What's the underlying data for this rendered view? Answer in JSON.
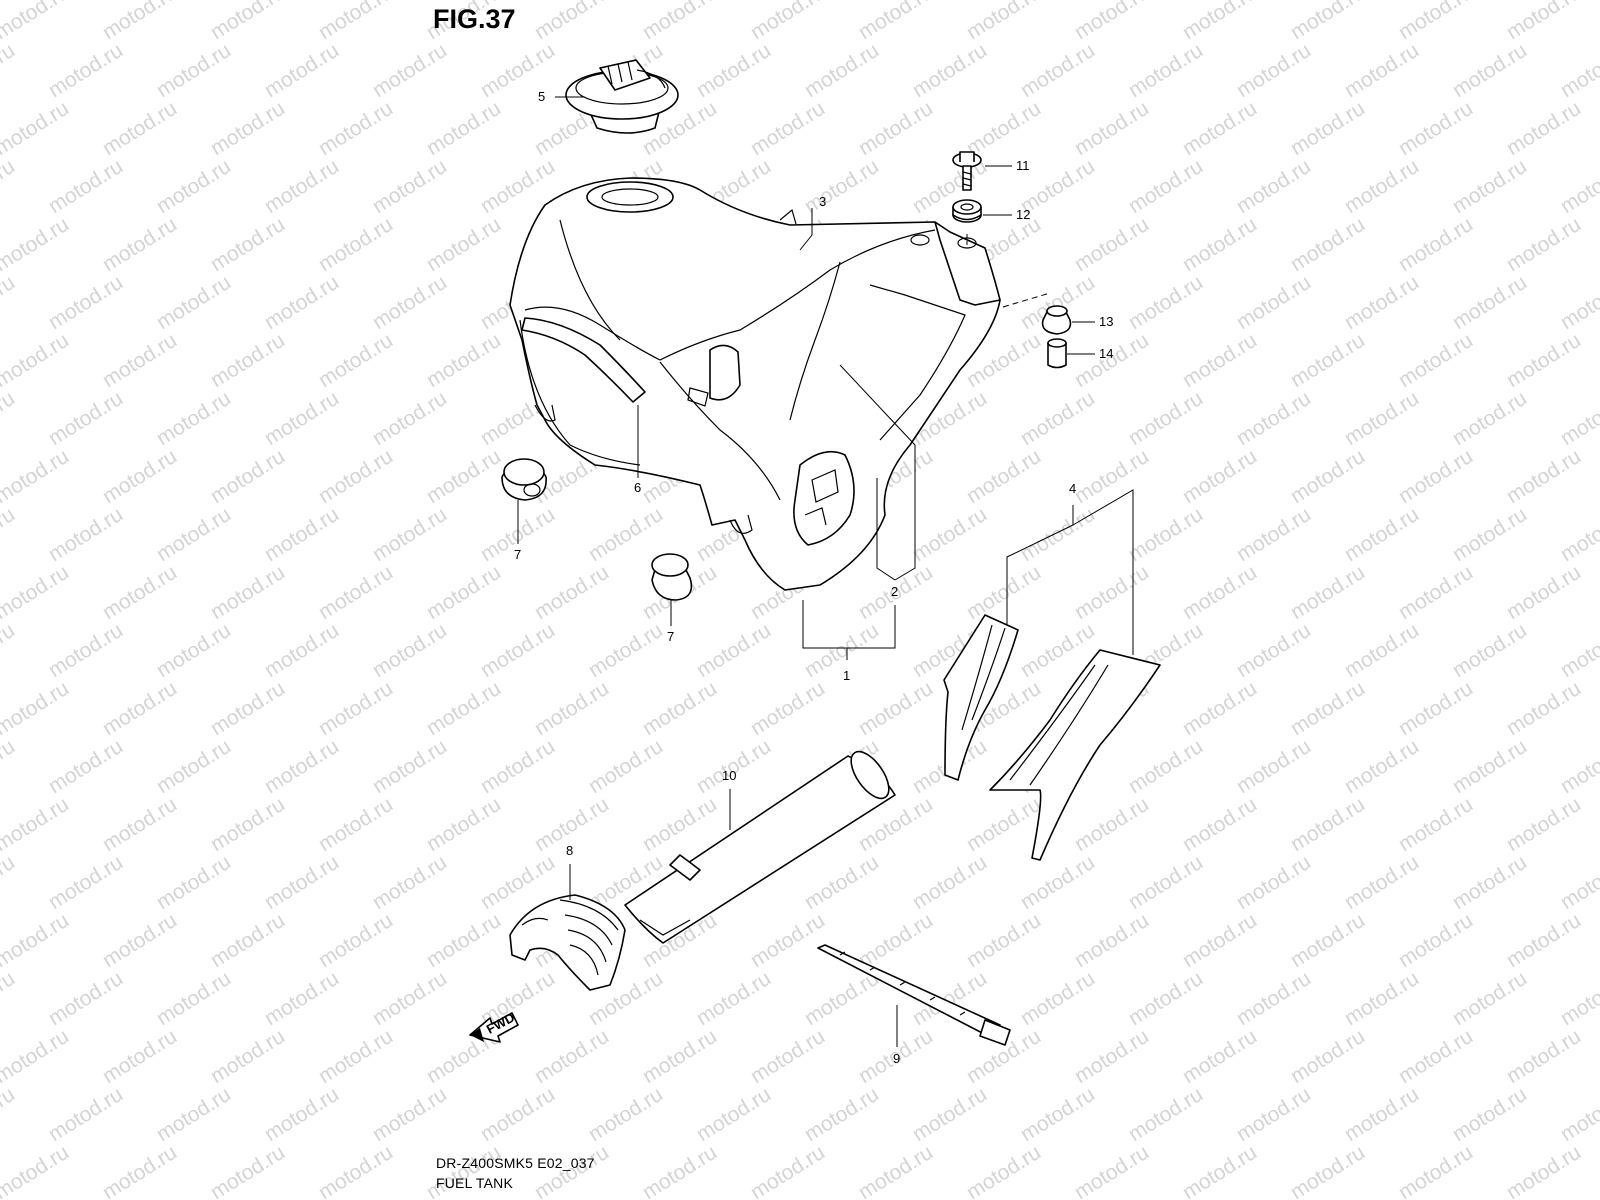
{
  "figure_title": "FIG.37",
  "watermark": "motod.ru",
  "caption": {
    "code": "DR-Z400SMK5 E02_037",
    "title": "FUEL TANK"
  },
  "fwd_label": "FWD",
  "callouts": {
    "n1": "1",
    "n2": "2",
    "n3": "3",
    "n4": "4",
    "n5": "5",
    "n6": "6",
    "n7a": "7",
    "n7b": "7",
    "n8": "8",
    "n9": "9",
    "n10": "10",
    "n11": "11",
    "n12": "12",
    "n13": "13",
    "n14": "14"
  }
}
